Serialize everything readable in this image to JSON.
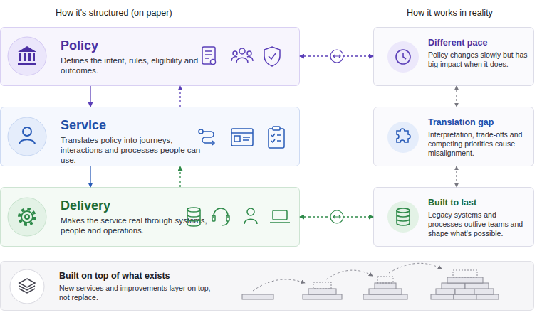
{
  "diagram": {
    "nodes": [
      {
        "text": [
          "Policy",
          "Defines the intent, rules, eligibility and outcomes."
        ]
      },
      {
        "text": [
          "Different pace",
          "Policy changes slowly but has big impact when it does."
        ]
      },
      {
        "text": [
          "Service",
          "Translates policy into journeys, interactions and processes people can use."
        ]
      },
      {
        "text": [
          "Translation gap",
          "Interpretation, trade-offs and competing priorities cause misalignment."
        ]
      },
      {
        "text": [
          "Delivery",
          "Makes the service real through systems, people and operations."
        ]
      },
      {
        "text": [
          "Built to last",
          "Legacy systems and processes outlive teams and shape what's possible."
        ]
      },
      {
        "text": [
          "Built on top of what exists",
          "New services and improvements layer on top, not replace."
        ]
      }
    ],
    "edges": [
      {
        "from": 0,
        "to": 2,
        "arrow": "to"
      },
      {
        "from": 2,
        "to": 0,
        "arrow": "to"
      },
      {
        "from": 2,
        "to": 4,
        "arrow": "to"
      },
      {
        "from": 4,
        "to": 2,
        "arrow": "to"
      },
      {
        "from": 0,
        "to": 1,
        "arrow": "both"
      },
      {
        "from": 1,
        "to": 3,
        "arrow": "both"
      },
      {
        "from": 3,
        "to": 5,
        "arrow": "both"
      },
      {
        "from": 4,
        "to": 5,
        "arrow": "both"
      }
    ],
    "labels": [
      "How it's structured (on paper)",
      "How it works in reality"
    ]
  }
}
